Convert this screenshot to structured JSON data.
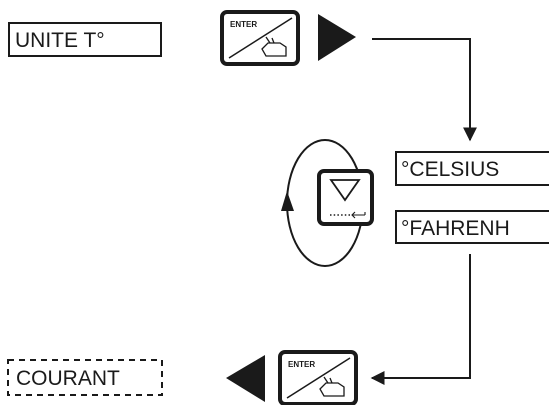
{
  "display": {
    "unit_label": "UNITE T°",
    "option_celsius": "°CELSIUS",
    "option_fahrenheit": "°FAHRENH",
    "next_label": "COURANT"
  },
  "keys": {
    "enter_label": "ENTER",
    "enter_icon": "hand-press-icon",
    "down_icon": "down-triangle-icon"
  }
}
